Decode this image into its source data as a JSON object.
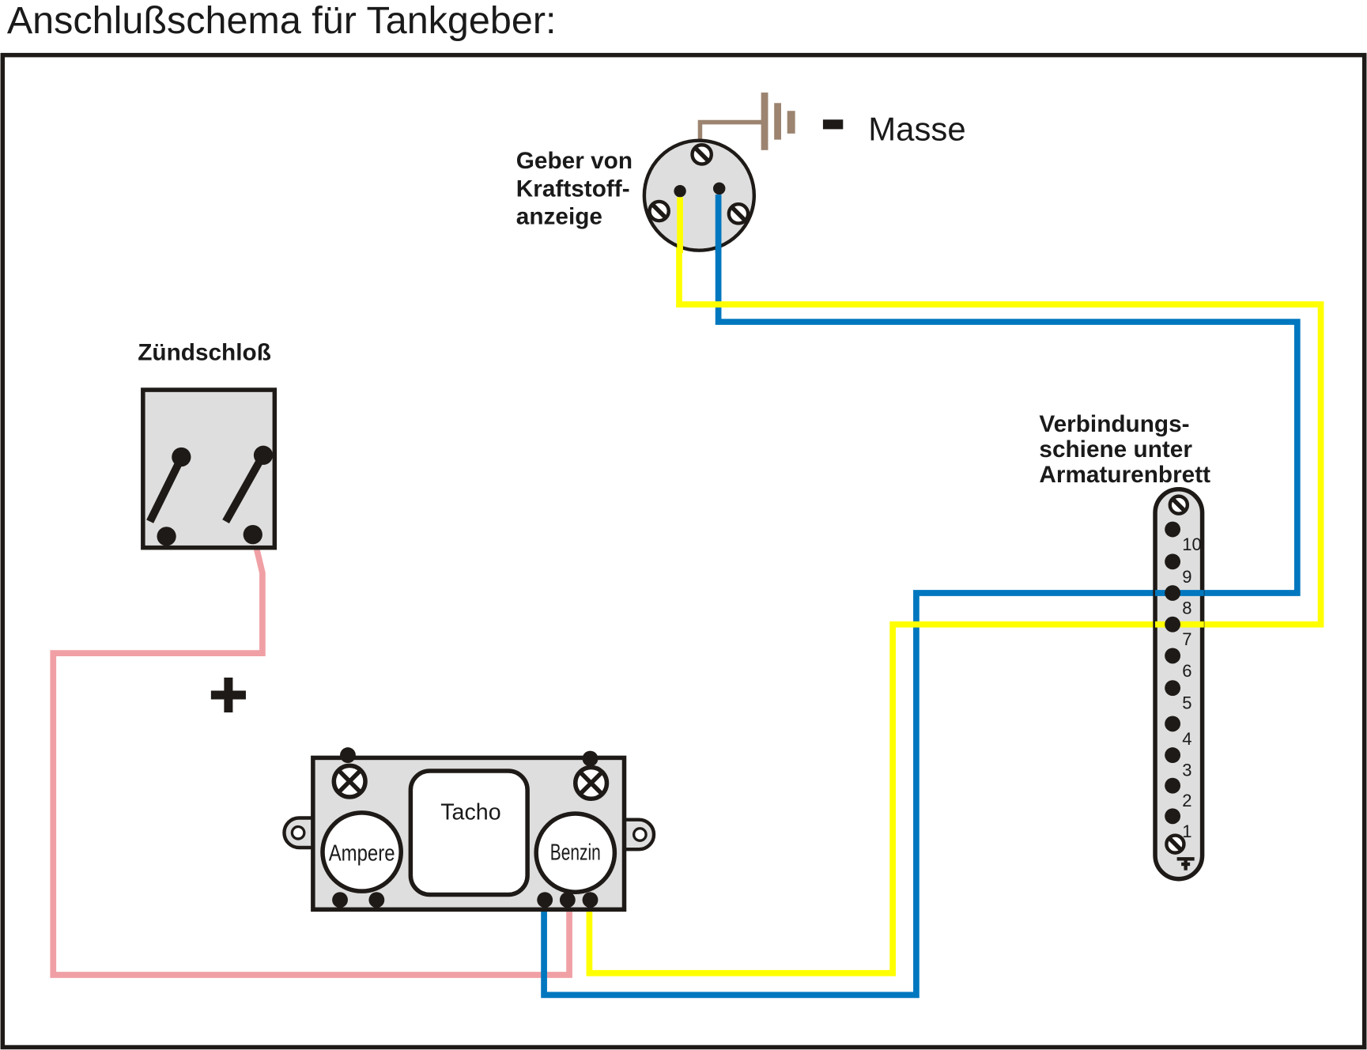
{
  "title": "Anschlußschema für Tankgeber:",
  "colors": {
    "outline": "#1e1a17",
    "panel_fill": "#dedede",
    "wire_yellow": "#ffff00",
    "wire_blue": "#0077bf",
    "wire_pink": "#f0a0a5",
    "wire_ground": "#9c8470"
  },
  "components": {
    "sender": {
      "label_lines": [
        "Geber von",
        "Kraftstoff-",
        "anzeige"
      ]
    },
    "ground": {
      "symbol": "-",
      "label": "Masse"
    },
    "ignition": {
      "label": "Zündschloß"
    },
    "plus_symbol": "+",
    "instrument_cluster": {
      "gauges": [
        "Ampere",
        "Tacho",
        "Benzin"
      ]
    },
    "bus_bar": {
      "label_lines": [
        "Verbindungs-",
        "schiene unter",
        "Armaturenbrett"
      ],
      "terminals": [
        "10",
        "9",
        "8",
        "7",
        "6",
        "5",
        "4",
        "3",
        "2",
        "1"
      ]
    }
  },
  "connections": [
    {
      "color": "yellow",
      "from": "Geber von Kraftstoffanzeige",
      "to": "Verbindungsschiene 7",
      "then": "Benzin"
    },
    {
      "color": "blue",
      "from": "Geber von Kraftstoffanzeige",
      "to": "Verbindungsschiene 8",
      "then": "Benzin"
    },
    {
      "color": "pink",
      "from": "Zündschloß",
      "to": "Benzin"
    },
    {
      "color": "ground",
      "from": "Geber von Kraftstoffanzeige",
      "to": "Masse"
    }
  ]
}
